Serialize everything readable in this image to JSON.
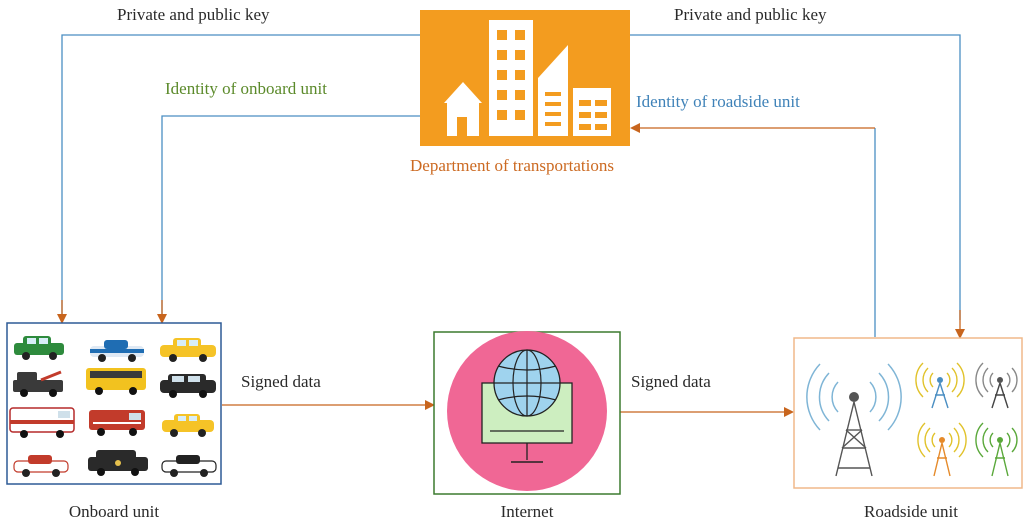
{
  "labels": {
    "key_left": "Private and public key",
    "key_right": "Private and public key",
    "identity_onboard": "Identity of onboard unit",
    "identity_roadside": "Identity of roadside unit",
    "department": "Department of transportations",
    "signed_data_1": "Signed data",
    "signed_data_2": "Signed data",
    "onboard_unit": "Onboard unit",
    "internet": "Internet",
    "roadside_unit": "Roadside unit"
  },
  "colors": {
    "orange": "#c8651d",
    "blue": "#4a8ec2",
    "building_bg": "#f39c1f",
    "internet_circle": "#f06795",
    "internet_screen": "#cdeec0",
    "globe": "#9fd3ee",
    "onboard_border": "#2d5a96",
    "internet_border": "#3c7a2f",
    "roadside_border": "#f0b98a"
  },
  "icons": {
    "department": "city-buildings-icon",
    "internet": "globe-monitor-icon",
    "roadside": "radio-tower-icon",
    "onboard": "vehicle-fleet-icon"
  }
}
